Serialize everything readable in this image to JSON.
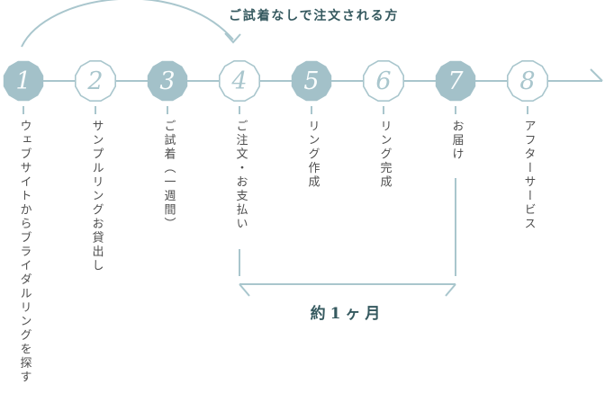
{
  "colors": {
    "accent-light": "#a9c6cd",
    "accent-fill": "#a3c1c9",
    "accent-dark": "#35595f",
    "text-gray": "#4f4f4f",
    "bg": "#ffffff"
  },
  "annotations": {
    "skip_label": "ご試着なしで注文される方",
    "duration_label": "約1ヶ月"
  },
  "steps": [
    {
      "num": "1",
      "label": "ウェブサイトからブライダルリングを探す",
      "style": "filled"
    },
    {
      "num": "2",
      "label": "サンプルリングお貸出し",
      "style": "outlined"
    },
    {
      "num": "3",
      "label": "ご試着（一週間）",
      "style": "filled"
    },
    {
      "num": "4",
      "label": "ご注文・お支払い",
      "style": "outlined"
    },
    {
      "num": "5",
      "label": "リング作成",
      "style": "filled"
    },
    {
      "num": "6",
      "label": "リング完成",
      "style": "outlined"
    },
    {
      "num": "7",
      "label": "お届け",
      "style": "filled"
    },
    {
      "num": "8",
      "label": "アフターサービス",
      "style": "outlined"
    }
  ]
}
